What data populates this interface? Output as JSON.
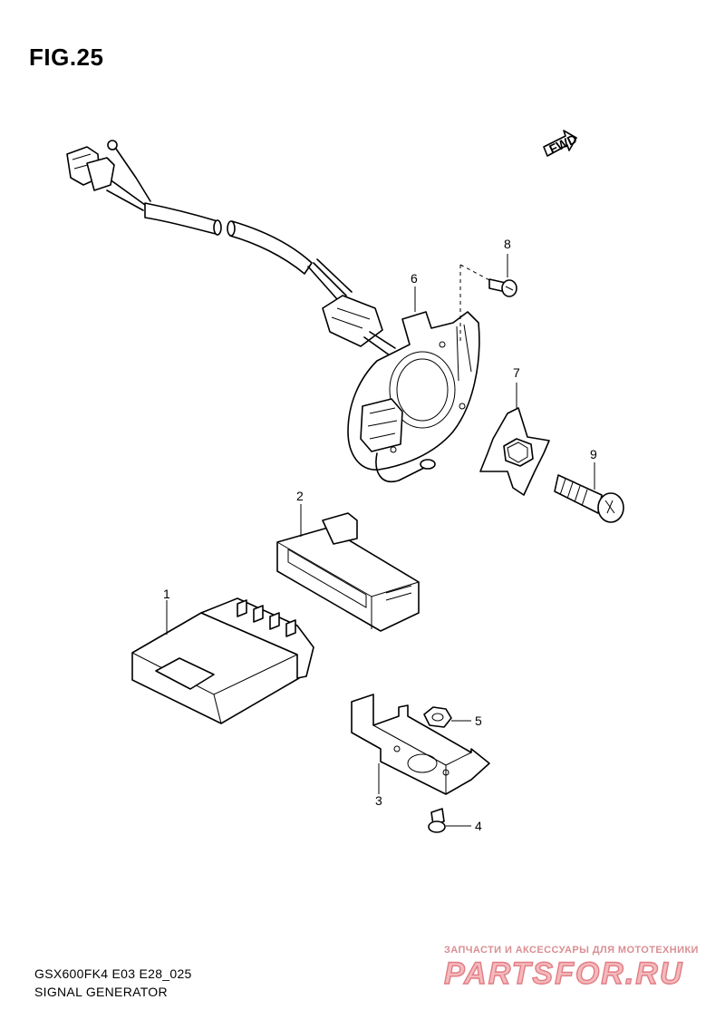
{
  "figure": {
    "title": "FIG.25",
    "code": "GSX600FK4 E03 E28_025",
    "name": "SIGNAL GENERATOR"
  },
  "direction_marker": {
    "label": "FWD",
    "icon": "fwd-arrow-icon"
  },
  "callouts": [
    "1",
    "2",
    "3",
    "4",
    "5",
    "6",
    "7",
    "8",
    "9"
  ],
  "watermark": {
    "tagline": "ЗАПЧАСТИ И АКСЕССУАРЫ ДЛЯ МОТОТЕХНИКИ",
    "logo": "PARTSFOR.RU",
    "colors": {
      "fill": "#f4b9bc",
      "stroke": "#e27c84",
      "tagline": "#d98f94"
    }
  }
}
